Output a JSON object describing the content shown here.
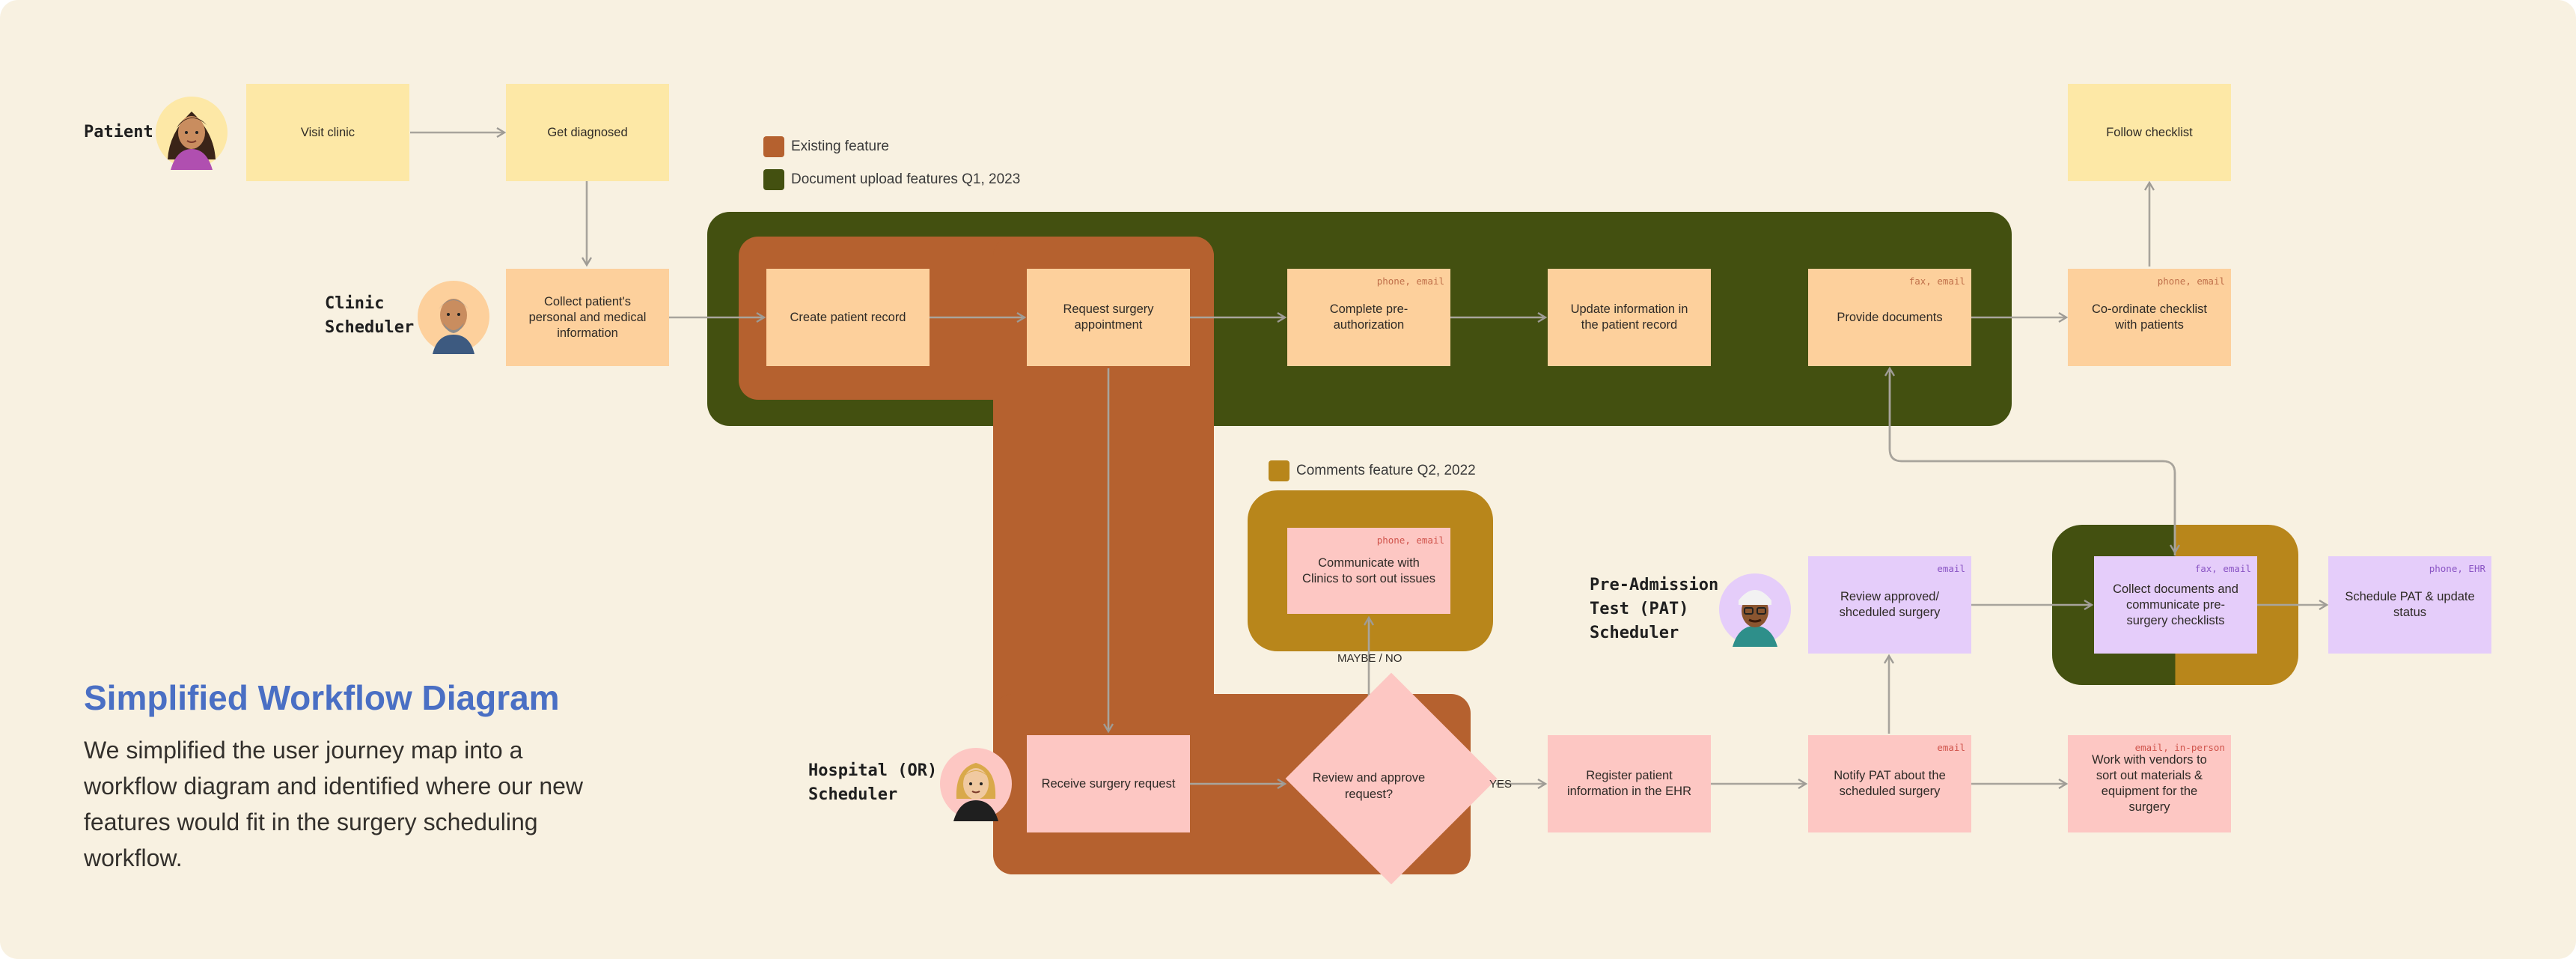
{
  "title": "Simplified Workflow Diagram",
  "description": "We simplified the user journey map into a workflow diagram and identified where our new features would fit in the surgery scheduling workflow.",
  "legend": {
    "existing_feature": "Existing feature",
    "document_upload": "Document upload features Q1, 2023",
    "comments": "Comments feature Q2, 2022"
  },
  "colors": {
    "background": "#f8f1e1",
    "existing_feature": "#b5612f",
    "document_upload": "#435010",
    "comments": "#b8861b",
    "title": "#4a6fc4",
    "patient_step": "#fde8a6",
    "clinic_step": "#fdd09c",
    "hospital_step": "#fdc7c3",
    "pat_step": "#e5cdfa"
  },
  "actors": {
    "patient": "Patient",
    "clinic_scheduler": "Clinic Scheduler",
    "hospital_scheduler": "Hospital (OR) Scheduler",
    "pat_scheduler": "Pre-Admission Test (PAT) Scheduler"
  },
  "steps": {
    "visit_clinic": {
      "label": "Visit clinic"
    },
    "get_diagnosed": {
      "label": "Get diagnosed"
    },
    "follow_checklist": {
      "label": "Follow checklist"
    },
    "collect_patient_info": {
      "label": "Collect patient's personal and medical information"
    },
    "create_patient_record": {
      "label": "Create patient record"
    },
    "request_surgery": {
      "label": "Request surgery appointment"
    },
    "complete_preauth": {
      "label": "Complete pre-authorization",
      "channels": "phone, email"
    },
    "update_record": {
      "label": "Update information in the patient record"
    },
    "provide_documents": {
      "label": "Provide documents",
      "channels": "fax, email"
    },
    "coordinate_checklist": {
      "label": "Co-ordinate checklist with patients",
      "channels": "phone, email"
    },
    "communicate_clinics": {
      "label": "Communicate with Clinics to sort out issues",
      "channels": "phone, email"
    },
    "review_approved": {
      "label": "Review approved/ shceduled surgery",
      "channels": "email"
    },
    "collect_documents": {
      "label": "Collect documents and communicate pre-surgery checklists",
      "channels": "fax, email"
    },
    "schedule_pat": {
      "label": "Schedule PAT & update status",
      "channels": "phone, EHR"
    },
    "receive_request": {
      "label": "Receive surgery request"
    },
    "review_approve": {
      "label": "Review and approve request?"
    },
    "register_patient": {
      "label": "Register patient information in the EHR"
    },
    "notify_pat": {
      "label": "Notify PAT about the scheduled surgery",
      "channels": "email"
    },
    "work_vendors": {
      "label": "Work with vendors to sort out materials & equipment for the surgery",
      "channels": "email, in-person"
    }
  },
  "edge_labels": {
    "maybe_no": "MAYBE / NO",
    "yes": "YES"
  },
  "icons": [
    "patient-avatar",
    "clinic-scheduler-avatar",
    "hospital-scheduler-avatar",
    "pat-scheduler-avatar",
    "arrow-icon"
  ]
}
